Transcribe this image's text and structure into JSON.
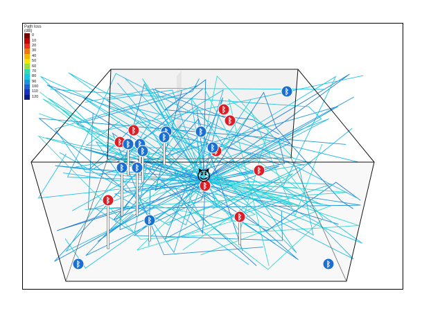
{
  "legend": {
    "title": "Path loss\n(dB)",
    "items": [
      {
        "label": "0",
        "color": "#7a0000"
      },
      {
        "label": "10",
        "color": "#c00000"
      },
      {
        "label": "20",
        "color": "#e8301b"
      },
      {
        "label": "30",
        "color": "#f27413"
      },
      {
        "label": "40",
        "color": "#f9b500"
      },
      {
        "label": "50",
        "color": "#f6e400"
      },
      {
        "label": "60",
        "color": "#9adf3a"
      },
      {
        "label": "70",
        "color": "#2fd9b3"
      },
      {
        "label": "80",
        "color": "#19c5e4"
      },
      {
        "label": "90",
        "color": "#1a94e0"
      },
      {
        "label": "100",
        "color": "#1e5fd1"
      },
      {
        "label": "110",
        "color": "#1a2ec0"
      },
      {
        "label": "120",
        "color": "#0c1a86"
      }
    ]
  },
  "devices": {
    "attacker": {
      "icon": "devil-emoji-icon",
      "glyph": "😈"
    },
    "bluetooth_glyph": "ᛒ",
    "colors": {
      "red": "#dc1f26",
      "blue": "#1a6fd2"
    }
  }
}
